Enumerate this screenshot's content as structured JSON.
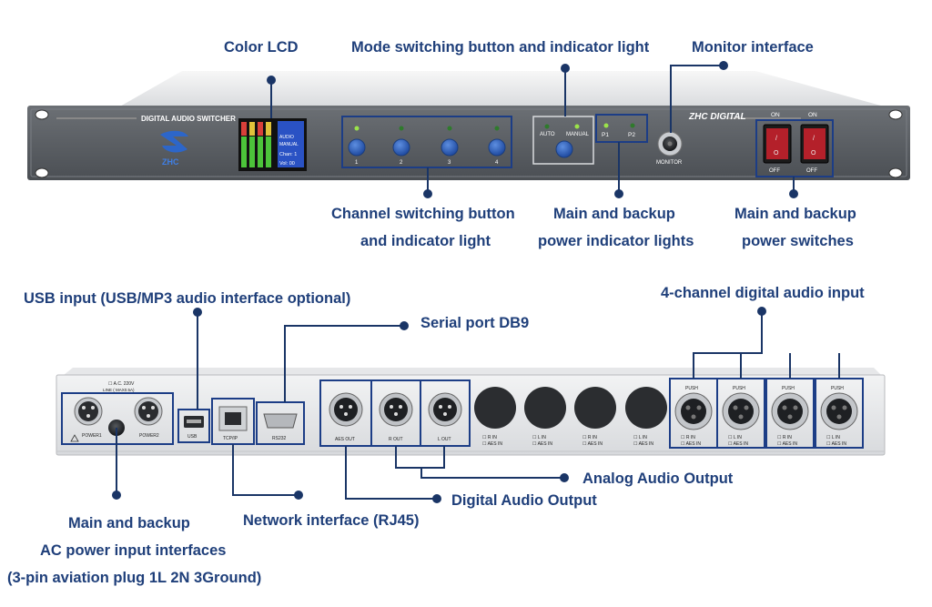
{
  "front_panel": {
    "model_text": "DIGITAL AUDIO SWITCHER",
    "logo_text": "ZHC",
    "brand_text": "ZHC DIGITAL",
    "channel_numbers": [
      "1",
      "2",
      "3",
      "4"
    ],
    "mode_labels": {
      "auto": "AUTO",
      "manual": "MANUAL"
    },
    "power_indicator_labels": {
      "p1": "P1",
      "p2": "P2"
    },
    "monitor_label": "MONITOR",
    "switch_on_label": "ON",
    "switch_off_label": "OFF",
    "switch_on_glyph": "/",
    "switch_off_glyph": "O",
    "lcd_lines": [
      "AUDIO",
      "MANUAL",
      "Chan: 1",
      "Vol: 00"
    ]
  },
  "back_panel": {
    "ac_rating": [
      "☐ A.C. 220V",
      "LINE ( MAX0.5A)"
    ],
    "power1_label": "POWER1",
    "power2_label": "POWER2",
    "usb_label": "USB",
    "tcpip_label": "TCP/IP",
    "rs232_label": "RS232",
    "outputs": [
      "AES OUT",
      "R OUT",
      "L OUT"
    ],
    "blank_labels": [
      [
        "☐ R IN",
        "☐ AES IN"
      ],
      [
        "☐ L IN",
        "☐ AES IN"
      ],
      [
        "☐ R IN",
        "☐ AES IN"
      ],
      [
        "☐ L IN",
        "☐ AES IN"
      ]
    ],
    "push_label": "PUSH",
    "input_labels": [
      [
        "☐ R IN",
        "☐ AES IN"
      ],
      [
        "☐ L IN",
        "☐ AES IN"
      ],
      [
        "☐ R IN",
        "☐ AES IN"
      ],
      [
        "☐ L IN",
        "☐ AES IN"
      ]
    ]
  },
  "callouts": {
    "color_lcd": "Color LCD",
    "mode_switching": "Mode switching button and indicator light",
    "monitor_interface": "Monitor interface",
    "channel_switching_1": "Channel switching button",
    "channel_switching_2": "and indicator light",
    "power_indicators_1": "Main and backup",
    "power_indicators_2": "power indicator lights",
    "power_switches_1": "Main and backup",
    "power_switches_2": "power switches",
    "usb_input": "USB input (USB/MP3 audio interface optional)",
    "serial_port": "Serial port DB9",
    "digital_input": "4-channel digital audio input",
    "analog_output": "Analog Audio Output",
    "digital_output": "Digital Audio Output",
    "network_interface": "Network interface (RJ45)",
    "ac_power_1": "Main and backup",
    "ac_power_2": "AC power input interfaces",
    "ac_power_3": "(3-pin aviation plug 1L 2N 3Ground)"
  },
  "colors": {
    "callout_text": "#1f3f7a",
    "leader_line": "#1a3566",
    "panel_grey": "#5e6166",
    "highlight_box": "#1c3d86",
    "button_blue": "#2e5fb8",
    "indicator_green": "#9be34a",
    "switch_red": "#b4202a"
  }
}
